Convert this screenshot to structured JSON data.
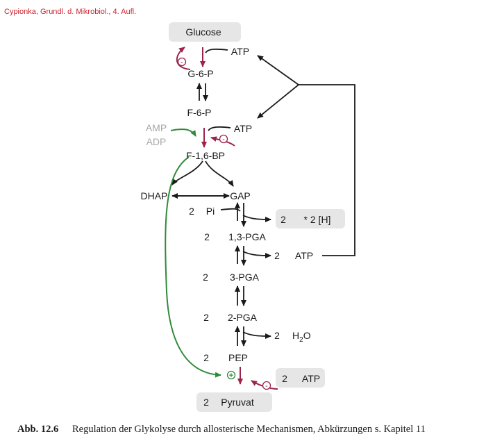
{
  "source_note": "Cypionka, Grundl. d. Mikrobiol., 4. Aufl.",
  "nodes": {
    "glucose": "Glucose",
    "g6p": "G-6-P",
    "f6p": "F-6-P",
    "f16bp": "F-1,6-BP",
    "dhap": "DHAP",
    "gap": "GAP",
    "pga13": "1,3-PGA",
    "pga3": "3-PGA",
    "pga2": "2-PGA",
    "pep": "PEP",
    "pyruvat": "Pyruvat"
  },
  "cofactors": {
    "atp_top": "ATP",
    "atp_mid": "ATP",
    "amp": "AMP",
    "adp": "ADP",
    "pi": "Pi",
    "h": "* 2 [H]",
    "atp_pga": "ATP",
    "h2o": "H",
    "h2o_sub": "2",
    "h2o_end": "O",
    "atp_pep": "ATP"
  },
  "stoich": {
    "two": "2"
  },
  "symbols": {
    "inhibit": "-",
    "activate": "+"
  },
  "caption": {
    "label": "Abb. 12.6",
    "text": "Regulation der Glykolyse durch allosterische Mechanismen, Abkürzungen s. Kapitel 11"
  },
  "colors": {
    "inhibition": "#9b2449",
    "activation": "#2f8a3a",
    "source_note": "#cc1f2b",
    "box_fill": "#e6e6e6"
  }
}
